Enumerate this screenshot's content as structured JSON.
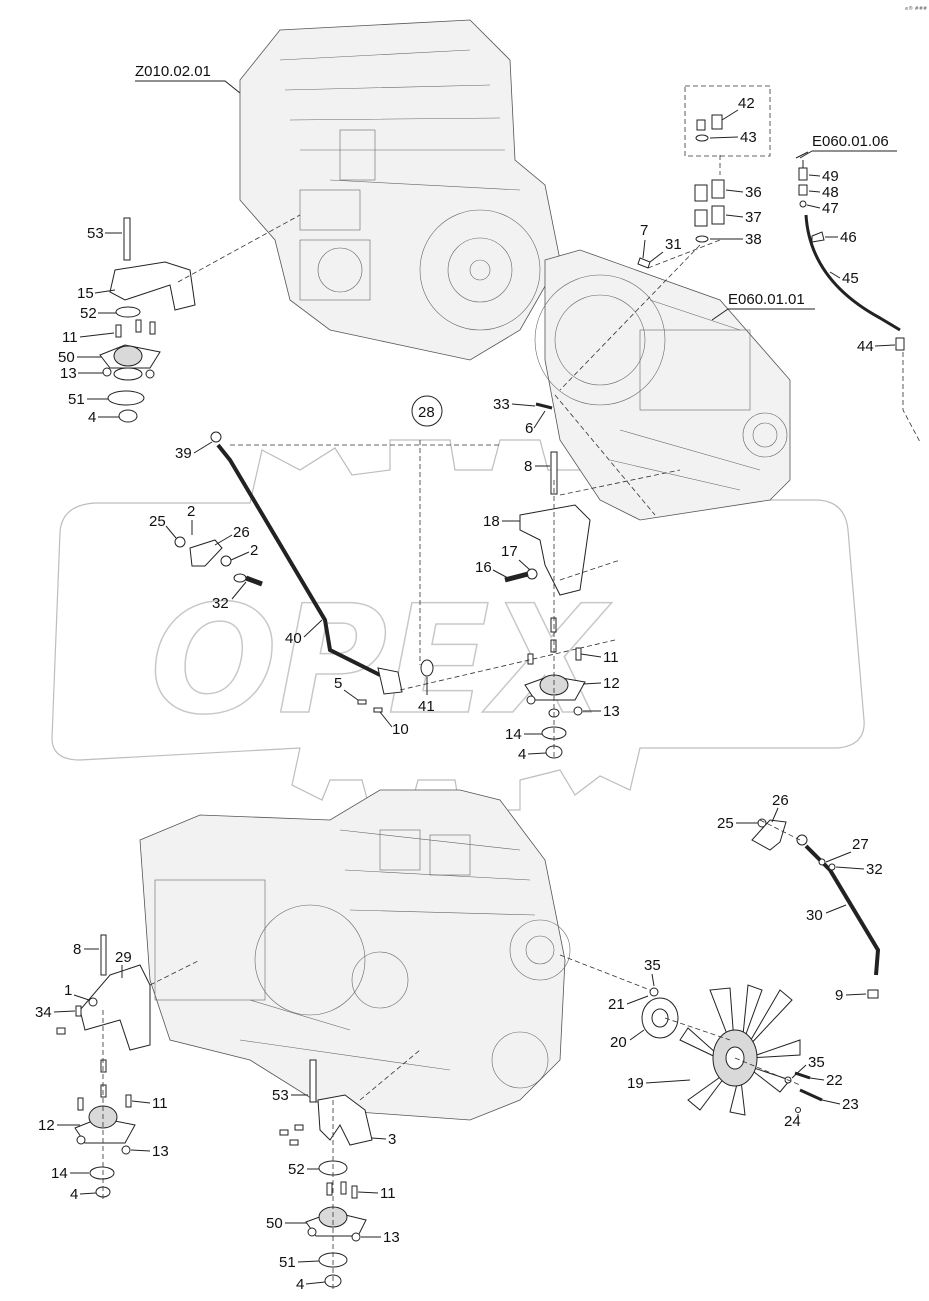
{
  "watermark": "OPEX",
  "corner_mark": "e® ###",
  "references": {
    "engine_top": "Z010.02.01",
    "transmission": "E060.01.01",
    "hose_group": "E060.01.06"
  },
  "labels": {
    "l53a": "53",
    "l15a": "15",
    "l52a": "52",
    "l11a": "11",
    "l50a": "50",
    "l13a": "13",
    "l51a": "51",
    "l4a": "4",
    "l42": "42",
    "l43": "43",
    "l36": "36",
    "l37": "37",
    "l38": "38",
    "l7": "7",
    "l31": "31",
    "l49": "49",
    "l48": "48",
    "l47": "47",
    "l46": "46",
    "l45": "45",
    "l44": "44",
    "l33": "33",
    "l6": "6",
    "l28": "28",
    "l39": "39",
    "l8a": "8",
    "l18": "18",
    "l25a": "25",
    "l2a": "2",
    "l26a": "26",
    "l2b": "2",
    "l32a": "32",
    "l17": "17",
    "l16": "16",
    "l40": "40",
    "l5": "5",
    "l41": "41",
    "l10": "10",
    "l11b": "11",
    "l12a": "12",
    "l13b": "13",
    "l14a": "14",
    "l4b": "4",
    "l26b": "26",
    "l25b": "25",
    "l27": "27",
    "l32b": "32",
    "l30": "30",
    "l9": "9",
    "l8b": "8",
    "l29": "29",
    "l1": "1",
    "l34": "34",
    "l12b": "12",
    "l11c": "11",
    "l13c": "13",
    "l14b": "14",
    "l4c": "4",
    "l35a": "35",
    "l21": "21",
    "l20": "20",
    "l19": "19",
    "l35b": "35",
    "l22": "22",
    "l23": "23",
    "l24": "24",
    "l53b": "53",
    "l3": "3",
    "l52b": "52",
    "l11d": "11",
    "l50b": "50",
    "l13d": "13",
    "l51b": "51",
    "l4d": "4"
  }
}
